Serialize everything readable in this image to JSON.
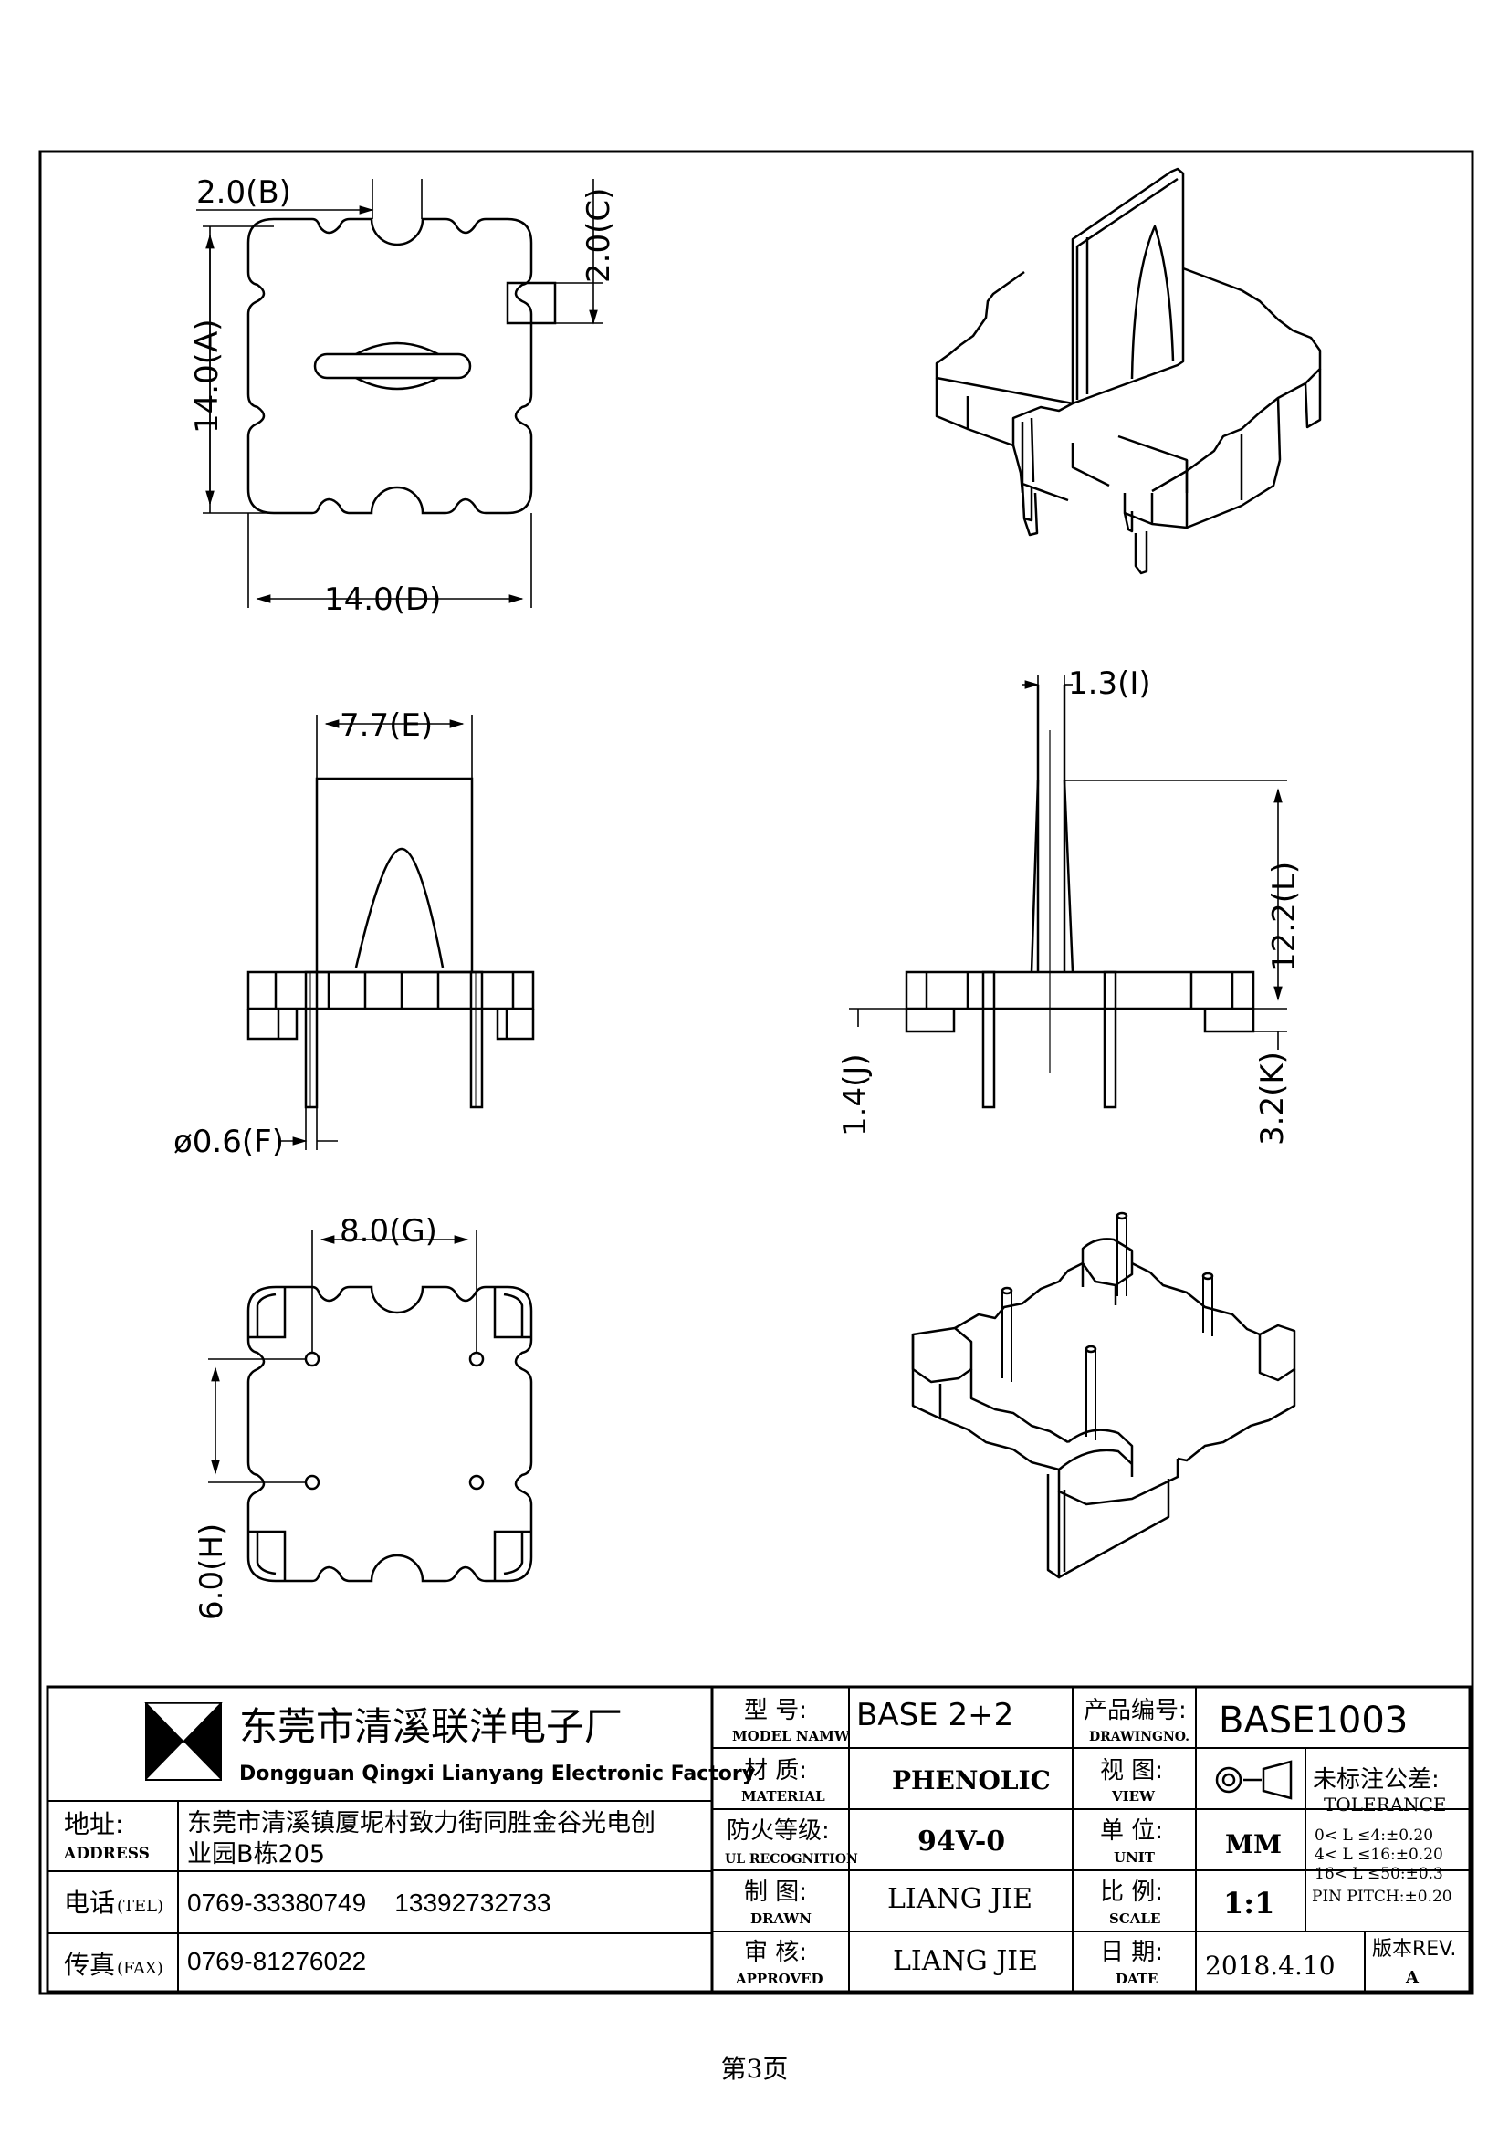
{
  "dimensions": {
    "b": "2.0(B)",
    "c": "2.0(C)",
    "a": "14.0(A)",
    "d": "14.0(D)",
    "e": "7.7(E)",
    "f": "ø0.6(F)",
    "i": "1.3(I)",
    "l": "12.2(L)",
    "j": "1.4(J)",
    "k": "3.2(K)",
    "g": "8.0(G)",
    "h": "6.0(H)"
  },
  "title_block": {
    "company_cn": "东莞市清溪联洋电子厂",
    "company_en": "Dongguan Qingxi Lianyang Electronic Factory",
    "address_label_cn": "地址:",
    "address_label_en": "ADDRESS",
    "address_value_line1": "东莞市清溪镇厦坭村致力街同胜金谷光电创",
    "address_value_line2": "业园B栋205",
    "tel_label_cn": "电话",
    "tel_label_en": "(TEL)",
    "tel_value": "0769-33380749    13392732733",
    "fax_label_cn": "传真",
    "fax_label_en": "(FAX)",
    "fax_value": "0769-81276022",
    "model_label_cn": "型  号:",
    "model_label_en": "MODEL NAMW",
    "model_value": "BASE 2+2",
    "drawing_no_label_cn": "产品编号:",
    "drawing_no_label_en": "DRAWINGNO.",
    "drawing_no_value": "BASE1003",
    "material_label_cn": "材  质:",
    "material_label_en": "MATERIAL",
    "material_value": "PHENOLIC",
    "view_label_cn": "视  图:",
    "view_label_en": "VIEW",
    "tolerance_label_cn": "未标注公差:",
    "tolerance_label_en": "TOLERANCE",
    "tolerance_line1": "0< L ≤4:±0.20",
    "tolerance_line2": "4< L ≤16:±0.20",
    "tolerance_line3": "16< L ≤50:±0.3",
    "tolerance_line4": "PIN PITCH:±0.20",
    "ul_label_cn": "防火等级:",
    "ul_label_en": "UL RECOGNITION",
    "ul_value": "94V-0",
    "unit_label_cn": "单  位:",
    "unit_label_en": "UNIT",
    "unit_value": "MM",
    "drawn_label_cn": "制  图:",
    "drawn_label_en": "DRAWN",
    "drawn_value": "LIANG JIE",
    "scale_label_cn": "比  例:",
    "scale_label_en": "SCALE",
    "scale_value": "1:1",
    "approved_label_cn": "审  核:",
    "approved_label_en": "APPROVED",
    "approved_value": "LIANG JIE",
    "date_label_cn": "日  期:",
    "date_label_en": "DATE",
    "date_value": "2018.4.10",
    "rev_label": "版本REV.",
    "rev_value": "A"
  },
  "page_number": "第3页"
}
